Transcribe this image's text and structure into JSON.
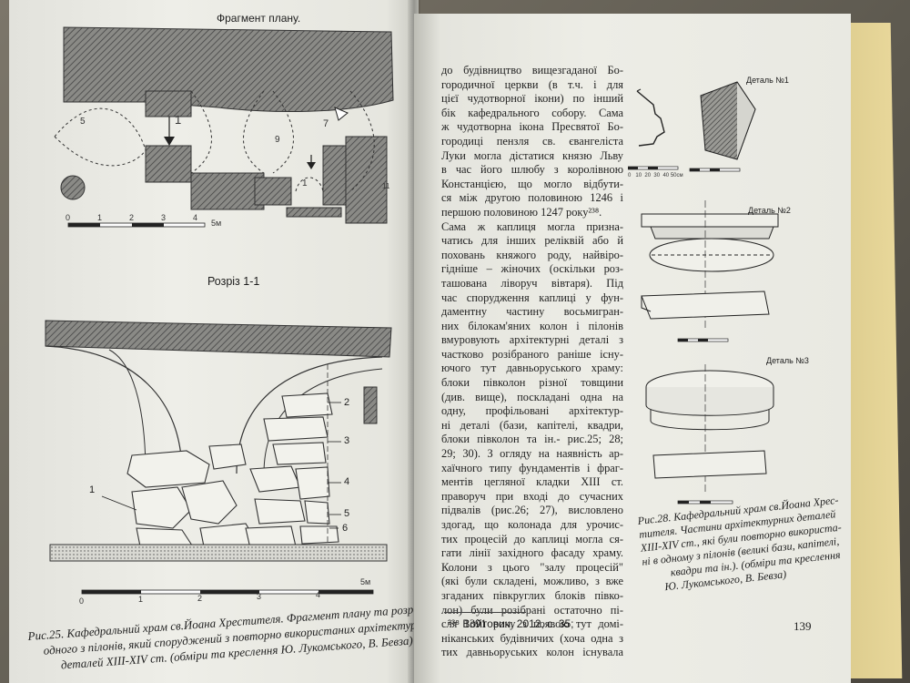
{
  "left_page": {
    "plan_title": "Фрагмент плану.",
    "plan_labels": [
      "1",
      "5",
      "7",
      "9",
      "1",
      "11"
    ],
    "plan_scale": [
      "0",
      "1",
      "2",
      "3",
      "4",
      "5м"
    ],
    "section_title": "Розріз 1-1",
    "section_labels": [
      "1",
      "2",
      "3",
      "4",
      "5",
      "6"
    ],
    "section_scale": [
      "0",
      "1",
      "2",
      "3",
      "4",
      "5м"
    ],
    "caption_lines": [
      "Рис.25. Кафедральний храм св.Йоана Хрестителя. Фрагмент плану та розріз",
      "одного з пілонів, який споруджений з повторно використаних архітектурних",
      "деталей XIII-XIV ст. (обміри та креслення Ю. Лукомського, В. Бевза)"
    ]
  },
  "right_page": {
    "body_lines": [
      "до будівництво вищезгаданої Бо-",
      "городичної церкви (в т.ч. і для",
      "цієї чудотворної ікони) по інший",
      "бік кафедрального собору. Сама",
      "ж чудотворна ікона Пресвятої Бо-",
      "городиці пензля св. євангеліста",
      "Луки могла дістатися князю Льву",
      "в час його шлюбу з королівною",
      "Констанцією, що могло відбути-",
      "ся між другою половиною 1246 і",
      "першою половиною 1247 року²³⁸.",
      "Сама ж каплиця могла призна-",
      "чатись для інших реліквій або й",
      "поховань княжого роду, найвіро-",
      "гідніше – жіночих (оскільки роз-",
      "ташована ліворуч вівтаря). Під",
      "час спорудження каплиці у фун-",
      "даментну частину восьмигран-",
      "них білокам'яних колон і пілонів",
      "вмуровують архітектурні деталі з",
      "частково розібраного раніше існу-",
      "ючого тут давньоруського храму:",
      "блоки півколон різної товщини",
      "(див. вище), поскладані одна на",
      "одну, профільовані архітектур-",
      "ні деталі (бази, капітелі, квадри,",
      "блоки півколон та ін.- рис.25; 28;",
      "29; 30). З огляду на наявність ар-",
      "хаїчного типу фундаментів і фраг-",
      "ментів цегляної кладки XIII ст.",
      "праворуч при вході до сучасних",
      "підвалів (рис.26; 27), висловлено",
      "здогад, що колонада для урочис-",
      "тих процесій до каплиці могла ся-",
      "гати лінії західного фасаду храму.",
      "Колони з цього \"залу процесій\"",
      "(які були складені, можливо, з вже",
      "згаданих півкруглих блоків півко-",
      "лон) були розібрані остаточно пі-",
      "сля 1391 року з появою тут домі-",
      "ніканських будівничих (хоча одна з",
      "тих давньоруських колон існувала"
    ],
    "footnote": "²³⁸ Войтович, 2012, с. 35;",
    "page_number": "139",
    "detail_labels": [
      "Деталь №1",
      "Деталь №2",
      "Деталь №3"
    ],
    "scale_small": [
      "0",
      "10",
      "20",
      "30",
      "40",
      "50см"
    ],
    "caption_lines": [
      "Рис.28. Кафедральний храм св.Йоана Хрес-",
      "тителя. Частини архітектурних деталей",
      "XIII-XIV ст., які були повторно використа-",
      "ні в одному з пілонів (великі бази, капітелі,",
      "квадри та ін.). (обміри та креслення",
      "Ю. Лукомського, В. Бевза)"
    ]
  },
  "colors": {
    "paper": "#ecece5",
    "ink": "#1d1d1d",
    "cover": "#e2d394"
  }
}
